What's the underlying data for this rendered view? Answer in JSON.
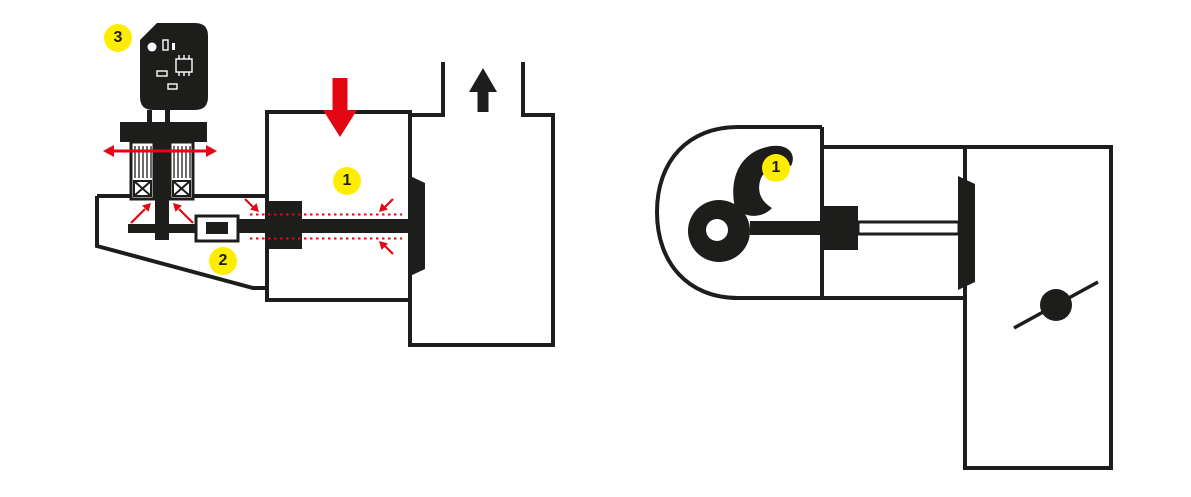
{
  "colors": {
    "background": "#ffffff",
    "line": "#1d1d1b",
    "red": "#e30613",
    "marker_bg": "#ffed00",
    "marker_text": "#1d1d1b"
  },
  "markers": {
    "left": [
      {
        "label": "1"
      },
      {
        "label": "2"
      },
      {
        "label": "3"
      }
    ],
    "right": [
      {
        "label": "1"
      }
    ]
  }
}
